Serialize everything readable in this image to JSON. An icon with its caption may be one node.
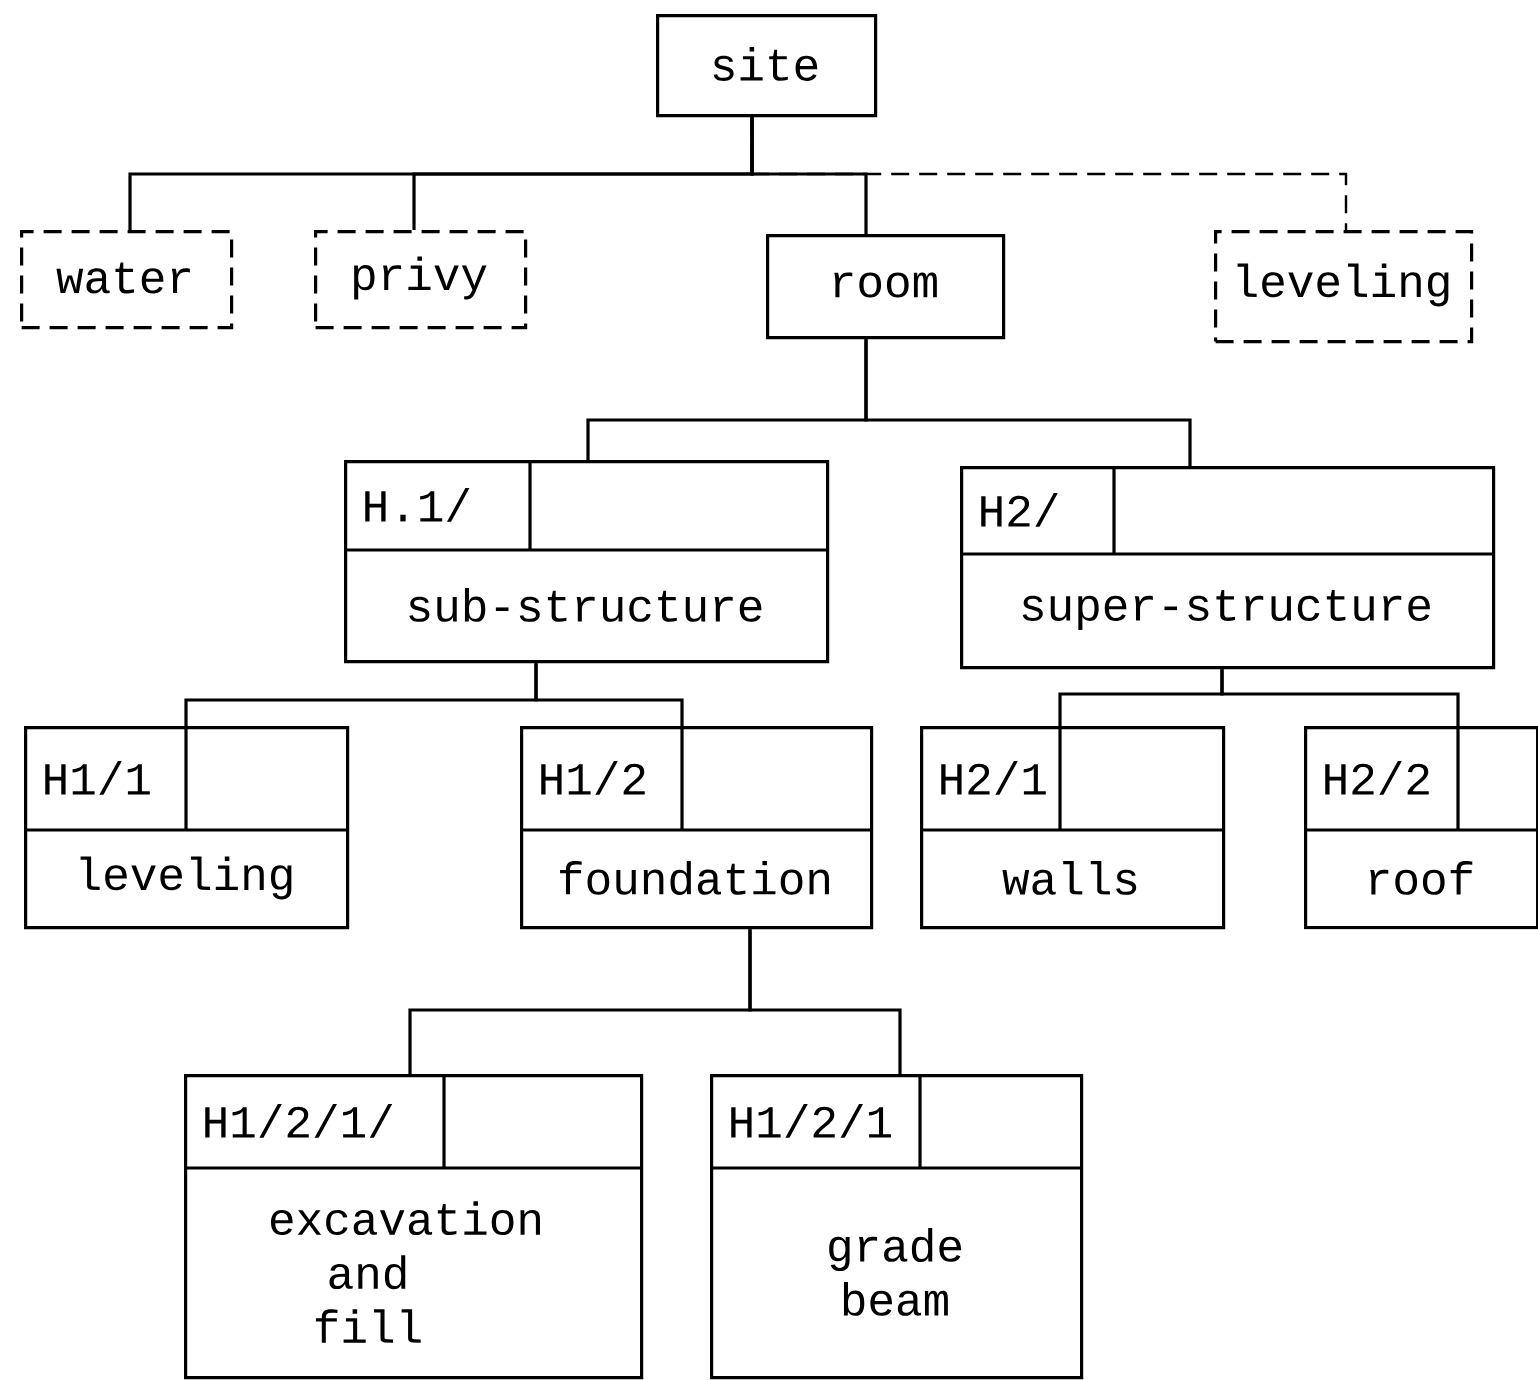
{
  "diagram": {
    "nodes": [
      {
        "text": [
          "site"
        ]
      },
      {
        "text": [
          "water"
        ]
      },
      {
        "text": [
          "privy"
        ]
      },
      {
        "text": [
          "room"
        ]
      },
      {
        "text": [
          "leveling"
        ]
      },
      {
        "text": [
          "H.1/",
          "sub-structure"
        ]
      },
      {
        "text": [
          "H2/",
          "super-structure"
        ]
      },
      {
        "text": [
          "H1/1",
          "leveling"
        ]
      },
      {
        "text": [
          "H1/2",
          "foundation"
        ]
      },
      {
        "text": [
          "H2/1",
          "walls"
        ]
      },
      {
        "text": [
          "H2/2",
          "roof"
        ]
      },
      {
        "text": [
          "H1/2/1/",
          "excavation and fill"
        ]
      },
      {
        "text": [
          "H1/2/1",
          "grade beam"
        ]
      }
    ],
    "edges": [
      {
        "from": 0,
        "to": 1,
        "arrow": "none"
      },
      {
        "from": 0,
        "to": 2,
        "arrow": "none"
      },
      {
        "from": 0,
        "to": 3,
        "arrow": "none"
      },
      {
        "from": 0,
        "to": 4,
        "arrow": "none",
        "style": "dashed"
      },
      {
        "from": 3,
        "to": 5,
        "arrow": "none"
      },
      {
        "from": 3,
        "to": 6,
        "arrow": "none"
      },
      {
        "from": 5,
        "to": 7,
        "arrow": "none"
      },
      {
        "from": 5,
        "to": 8,
        "arrow": "none"
      },
      {
        "from": 6,
        "to": 9,
        "arrow": "none"
      },
      {
        "from": 6,
        "to": 10,
        "arrow": "none"
      },
      {
        "from": 8,
        "to": 11,
        "arrow": "none"
      },
      {
        "from": 8,
        "to": 12,
        "arrow": "none"
      }
    ]
  }
}
